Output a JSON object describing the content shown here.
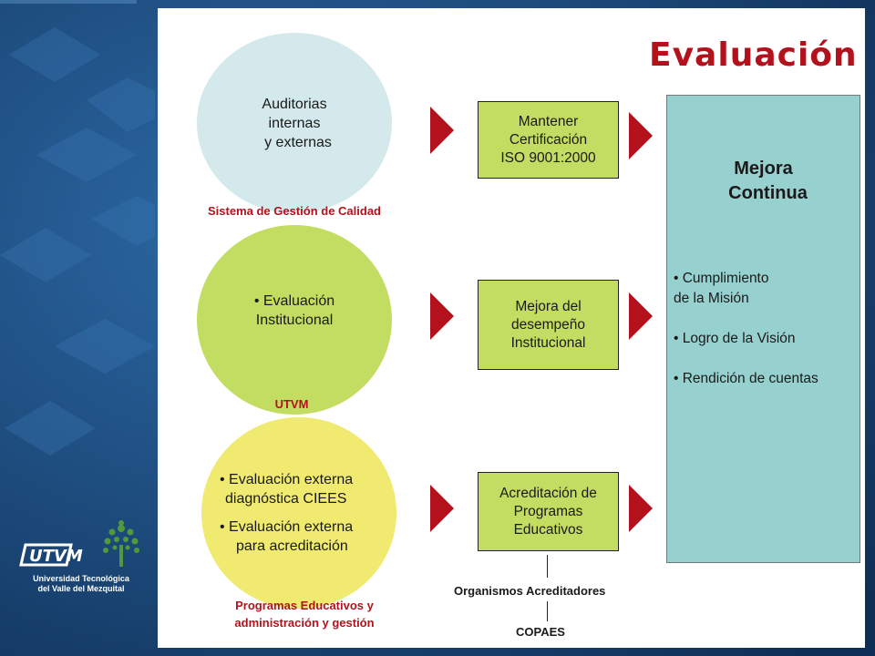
{
  "title": "Evaluación",
  "circles": [
    {
      "lines": [
        "Auditorias",
        "internas",
        "y externas"
      ],
      "label": "Sistema de Gestión de Calidad"
    },
    {
      "lines": [
        "• Evaluación",
        "Institucional"
      ],
      "label": "UTVM"
    },
    {
      "lines": [
        "• Evaluación externa",
        "diagnóstica CIEES",
        "• Evaluación externa",
        "para acreditación"
      ],
      "label_lines": [
        "Programas Educativos y",
        "administración y gestión"
      ]
    }
  ],
  "boxes": [
    {
      "lines": [
        "Mantener",
        "Certificación",
        "ISO 9001:2000"
      ]
    },
    {
      "lines": [
        "Mejora del",
        "desempeño",
        "Institucional"
      ]
    },
    {
      "lines": [
        "Acreditación de",
        "Programas",
        "Educativos"
      ]
    }
  ],
  "mejora": {
    "title_lines": [
      "Mejora",
      "Continua"
    ],
    "bullets": [
      {
        "lines": [
          "• Cumplimiento",
          "de la Misión"
        ]
      },
      {
        "lines": [
          "• Logro de la Visión"
        ]
      },
      {
        "lines": [
          "• Rendición de cuentas"
        ]
      }
    ]
  },
  "organismos": "Organismos Acreditadores",
  "copaes": "COPAES",
  "logo": {
    "name": "UTVM",
    "caption_lines": [
      "Universidad Tecnológica",
      "del Valle del Mezquital"
    ]
  },
  "colors": {
    "background": "#1d4f86",
    "accent_red": "#b3121c",
    "green": "#c3dc62",
    "light_blue": "#d4e9ec",
    "yellow": "#f0ea70",
    "teal": "#96d1d0"
  }
}
